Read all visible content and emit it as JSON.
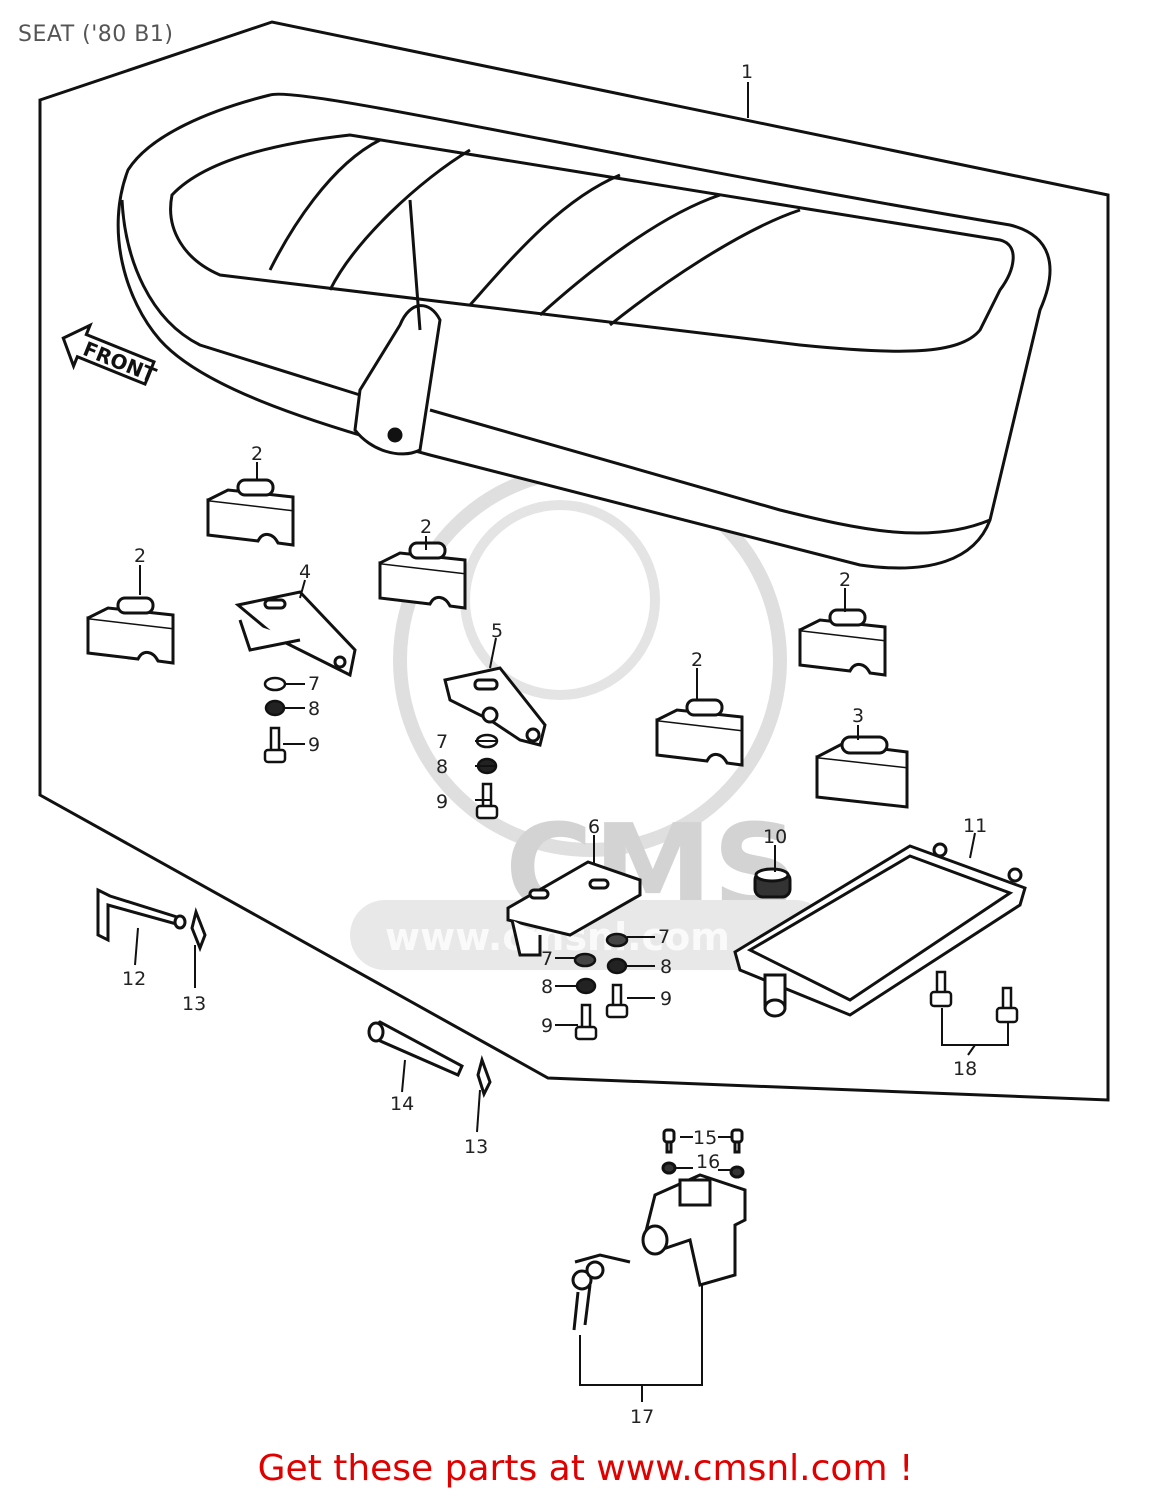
{
  "title": "SEAT ('80 B1)",
  "footer": "Get these parts at www.cmsnl.com !",
  "watermark": {
    "logo": "CMS",
    "url": "www.cmsnl.com"
  },
  "front_arrow": "FRONT",
  "callouts": {
    "seat": "1",
    "damper_a": "2",
    "damper_b": "2",
    "damper_c": "2",
    "damper_d": "2",
    "damper_e": "2",
    "damper_3": "3",
    "bracket_4": "4",
    "bracket_5": "5",
    "bracket_6": "6",
    "washer_7a": "7",
    "washer_7b": "7",
    "washer_7c": "7",
    "washer_7d": "7",
    "nut_8a": "8",
    "nut_8b": "8",
    "nut_8c": "8",
    "nut_8d": "8",
    "bolt_9a": "9",
    "bolt_9b": "9",
    "bolt_9c": "9",
    "bolt_9d": "9",
    "grommet_10": "10",
    "tray_11": "11",
    "pin_12": "12",
    "clip_13a": "13",
    "clip_13b": "13",
    "pin_14": "14",
    "screw_15": "15",
    "washer_16": "16",
    "lock_17": "17",
    "bolt_18": "18"
  },
  "colors": {
    "line": "#111111",
    "footer": "#e00000",
    "title": "#555555",
    "watermark": "#cfcfcf"
  }
}
